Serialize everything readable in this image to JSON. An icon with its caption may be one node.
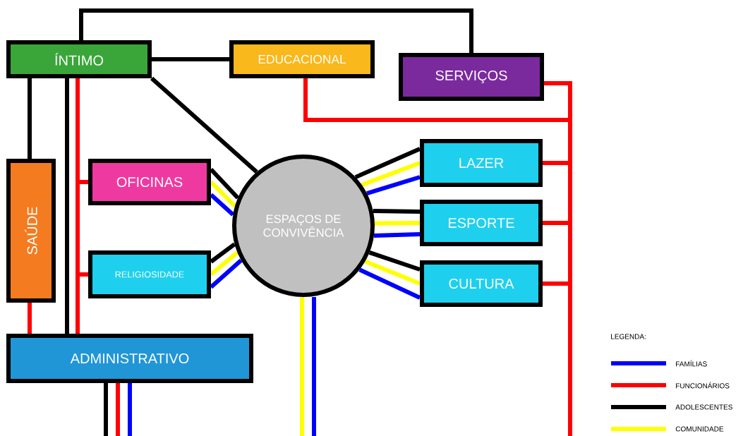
{
  "diagram": {
    "nodes": [
      {
        "text": [
          "ÍNTIMO"
        ]
      },
      {
        "text": [
          "EDUCACIONAL"
        ]
      },
      {
        "text": [
          "SERVIÇOS"
        ]
      },
      {
        "text": [
          "SAÚDE"
        ]
      },
      {
        "text": [
          "OFICINAS"
        ]
      },
      {
        "text": [
          "RELIGIOSIDADE"
        ]
      },
      {
        "text": [
          "ESPAÇOS DE CONVIVÊNCIA"
        ]
      },
      {
        "text": [
          "LAZER"
        ]
      },
      {
        "text": [
          "ESPORTE"
        ]
      },
      {
        "text": [
          "CULTURA"
        ]
      },
      {
        "text": [
          "ADMINISTRATIVO"
        ]
      }
    ],
    "edges": [
      {
        "from": 0,
        "to": 2,
        "arrow": "none",
        "color": "#000000"
      },
      {
        "from": 0,
        "to": 1,
        "arrow": "none",
        "color": "#000000"
      },
      {
        "from": 0,
        "to": 6,
        "arrow": "none",
        "color": "#000000"
      },
      {
        "from": 0,
        "to": 3,
        "arrow": "none",
        "color": "#000000"
      },
      {
        "from": 0,
        "to": 10,
        "arrow": "none",
        "color": "#000000"
      },
      {
        "from": 0,
        "to": 10,
        "arrow": "none",
        "color": "#ff0000"
      },
      {
        "from": 4,
        "to": 10,
        "arrow": "none",
        "color": "#ff0000"
      },
      {
        "from": 5,
        "to": 10,
        "arrow": "none",
        "color": "#ff0000"
      },
      {
        "from": 3,
        "to": 10,
        "arrow": "none",
        "color": "#ff0000"
      },
      {
        "from": 4,
        "to": 6,
        "arrow": "none",
        "color": "#000000"
      },
      {
        "from": 4,
        "to": 6,
        "arrow": "none",
        "color": "#ffff00"
      },
      {
        "from": 4,
        "to": 6,
        "arrow": "none",
        "color": "#0000ff"
      },
      {
        "from": 5,
        "to": 6,
        "arrow": "none",
        "color": "#000000"
      },
      {
        "from": 5,
        "to": 6,
        "arrow": "none",
        "color": "#ffff00"
      },
      {
        "from": 5,
        "to": 6,
        "arrow": "none",
        "color": "#0000ff"
      },
      {
        "from": 6,
        "to": 7,
        "arrow": "none",
        "color": "#000000"
      },
      {
        "from": 6,
        "to": 7,
        "arrow": "none",
        "color": "#ffff00"
      },
      {
        "from": 6,
        "to": 7,
        "arrow": "none",
        "color": "#0000ff"
      },
      {
        "from": 6,
        "to": 8,
        "arrow": "none",
        "color": "#000000"
      },
      {
        "from": 6,
        "to": 8,
        "arrow": "none",
        "color": "#ffff00"
      },
      {
        "from": 6,
        "to": 8,
        "arrow": "none",
        "color": "#0000ff"
      },
      {
        "from": 6,
        "to": 9,
        "arrow": "none",
        "color": "#000000"
      },
      {
        "from": 6,
        "to": 9,
        "arrow": "none",
        "color": "#ffff00"
      },
      {
        "from": 6,
        "to": 9,
        "arrow": "none",
        "color": "#0000ff"
      },
      {
        "from": 2,
        "to": null,
        "arrow": "none",
        "color": "#ff0000"
      },
      {
        "from": 1,
        "to": null,
        "arrow": "none",
        "color": "#ff0000"
      },
      {
        "from": 7,
        "to": null,
        "arrow": "none",
        "color": "#ff0000"
      },
      {
        "from": 8,
        "to": null,
        "arrow": "none",
        "color": "#ff0000"
      },
      {
        "from": 9,
        "to": null,
        "arrow": "none",
        "color": "#ff0000"
      },
      {
        "from": 6,
        "to": null,
        "arrow": "none",
        "color": "#ffff00"
      },
      {
        "from": 6,
        "to": null,
        "arrow": "none",
        "color": "#0000ff"
      },
      {
        "from": 10,
        "to": null,
        "arrow": "none",
        "color": "#000000"
      },
      {
        "from": 10,
        "to": null,
        "arrow": "none",
        "color": "#ff0000"
      },
      {
        "from": 10,
        "to": null,
        "arrow": "none",
        "color": "#0000ff"
      }
    ],
    "labels": [
      "LEGENDA:"
    ],
    "legend": [
      {
        "text": "FAMÍLIAS",
        "color": "#0000ff"
      },
      {
        "text": "FUNCIONÁRIOS",
        "color": "#ff0000"
      },
      {
        "text": "ADOLESCENTES",
        "color": "#000000"
      },
      {
        "text": "COMUNIDADE",
        "color": "#ffff00"
      }
    ]
  }
}
